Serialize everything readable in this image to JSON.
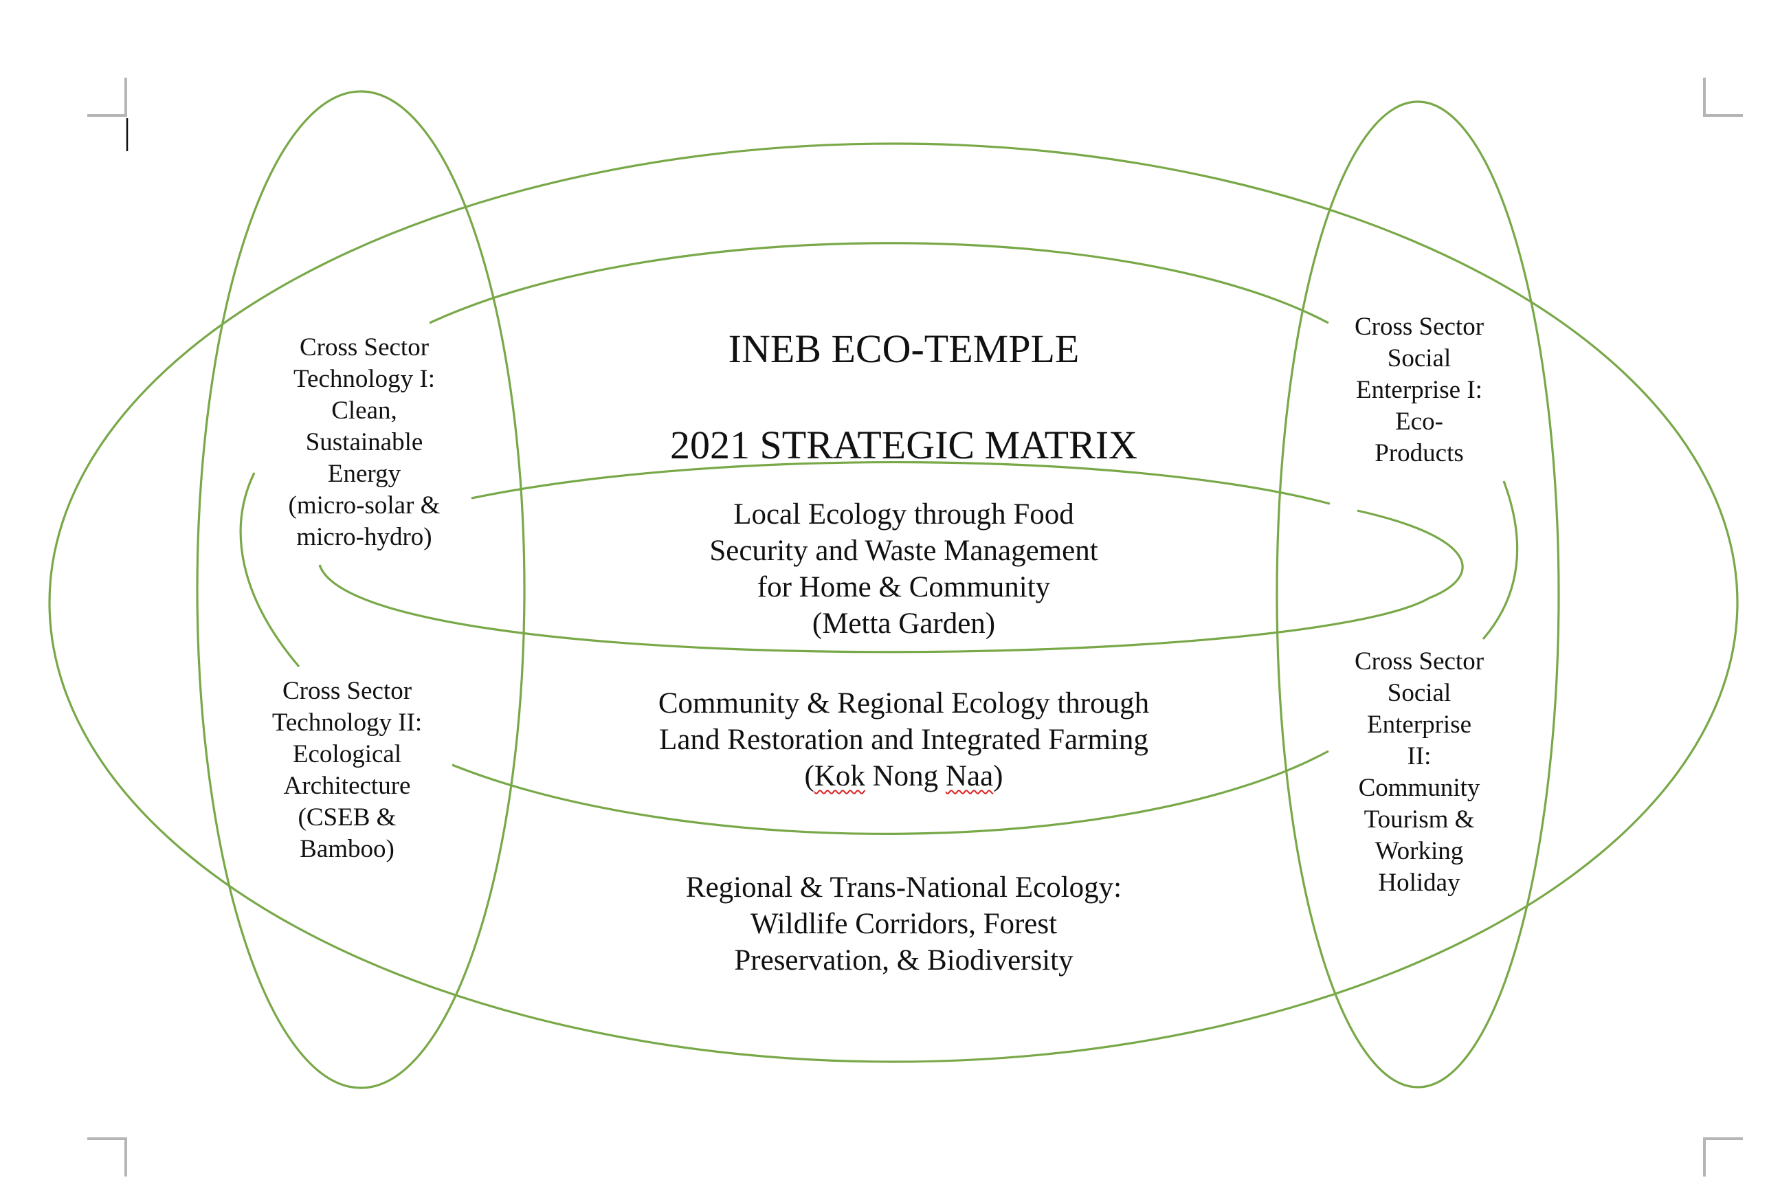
{
  "title_line1": "INEB ECO-TEMPLE",
  "title_line2": "2021 STRATEGIC MATRIX",
  "local_ecology": "Local Ecology through Food\nSecurity and Waste Management\nfor Home & Community\n(Metta Garden)",
  "community_ecology": {
    "line1": "Community & Regional Ecology through",
    "line2": "Land Restoration and Integrated Farming",
    "line3_open": "(",
    "line3_word1": "Kok",
    "line3_mid": " Nong ",
    "line3_word2": "Naa",
    "line3_close": ")"
  },
  "regional_ecology": "Regional & Trans-National Ecology:\nWildlife Corridors, Forest\nPreservation, & Biodiversity",
  "tech_1": "Cross Sector\nTechnology I:\nClean,\nSustainable\nEnergy\n(micro-solar &\nmicro-hydro)",
  "tech_2": "Cross Sector\nTechnology II:\nEcological\nArchitecture\n(CSEB &\nBamboo)",
  "social_1": "Cross Sector\nSocial\nEnterprise I:\nEco-\nProducts",
  "social_2": "Cross Sector\nSocial\nEnterprise\nII:\nCommunity\nTourism &\nWorking\nHoliday",
  "colors": {
    "line": "#78a848",
    "text": "#111111",
    "spellcheck": "#dd2222",
    "crop_marks": "#b5b5b5"
  }
}
